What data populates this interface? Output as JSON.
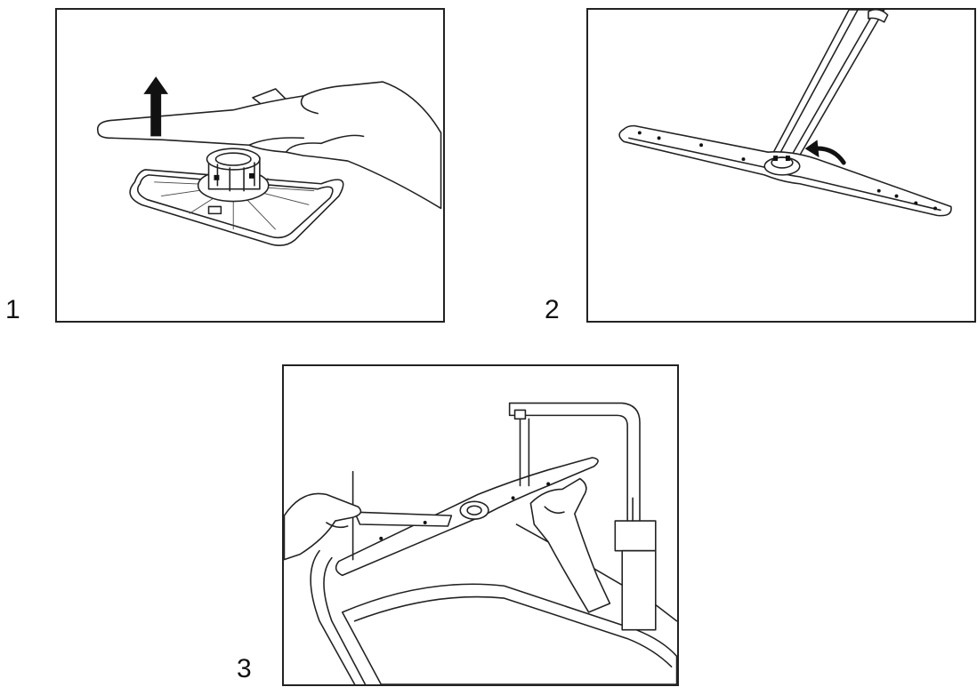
{
  "steps": [
    {
      "number": "1",
      "illustration": "filter-lift"
    },
    {
      "number": "2",
      "illustration": "upper-spray-arm-unscrew"
    },
    {
      "number": "3",
      "illustration": "lower-spray-arm-remove"
    }
  ],
  "colors": {
    "line": "#222222",
    "background": "#ffffff"
  }
}
